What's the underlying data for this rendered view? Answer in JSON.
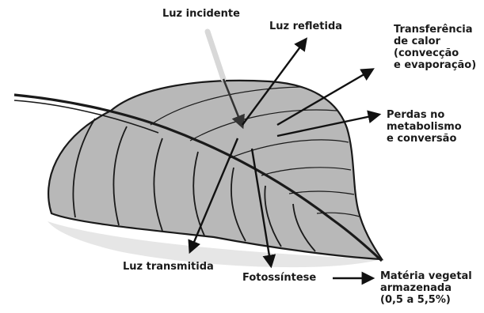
{
  "labels": {
    "incident_light": "Luz incidente",
    "reflected_light": "Luz refletida",
    "heat_transfer": [
      "Transferência",
      "de calor",
      "(convecção",
      "e evaporação)"
    ],
    "metabolism_losses": [
      "Perdas no",
      "metabolismo",
      "e conversão"
    ],
    "transmitted_light": "Luz transmitida",
    "photosynthesis": "Fotossíntese",
    "stored_matter": [
      "Matéria vegetal",
      "armazenada",
      "(0,5 a 5,5%)"
    ]
  },
  "colors": {
    "leaf_fill": "#b8b8b8",
    "leaf_outline": "#1a1a1a",
    "shadow": "#e6e6e6",
    "incident_ray": "#d8d8d8",
    "arrow": "#111111"
  }
}
